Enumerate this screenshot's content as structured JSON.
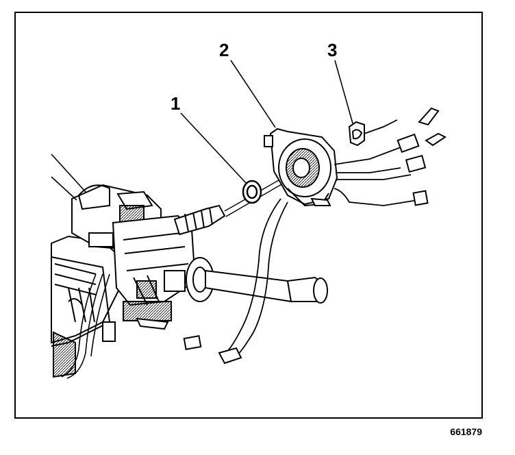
{
  "callouts": {
    "one": "1",
    "two": "2",
    "three": "3"
  },
  "figure_number": "661879",
  "colors": {
    "ink": "#000000",
    "paper": "#ffffff",
    "shade": "#555555"
  }
}
